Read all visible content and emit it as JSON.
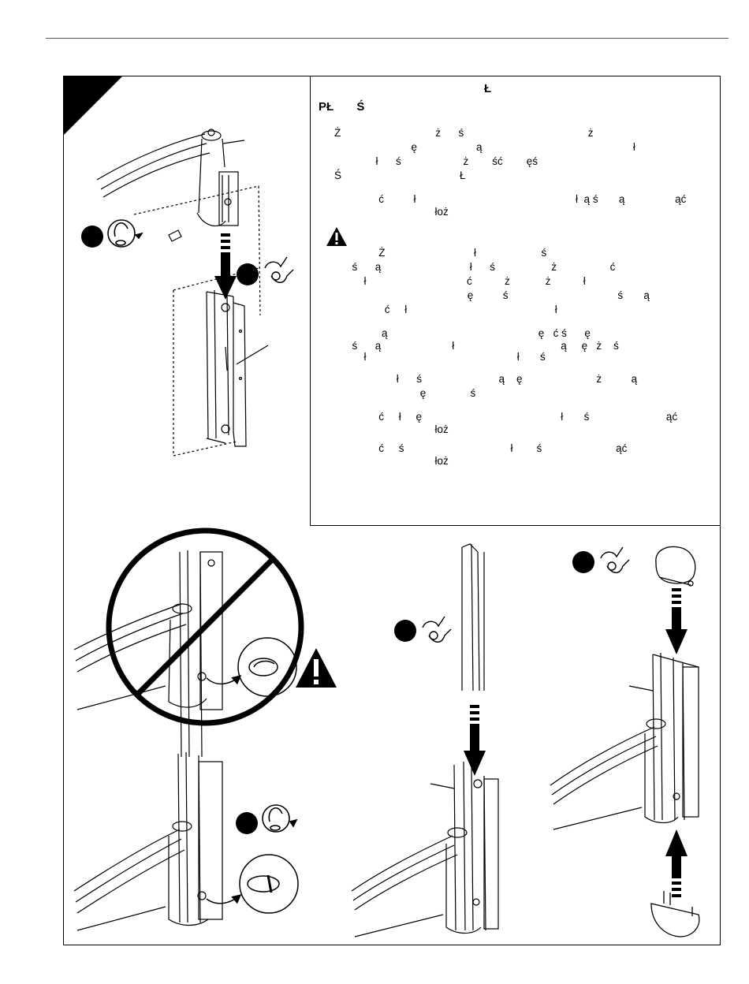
{
  "heading": {
    "line1": "Ł",
    "line2": "PŁ       Ś"
  },
  "paragraph1": [
    "Ż                                ż      ś                                          ż",
    "                          ę                    ą                                                   ł",
    "              ł      ś                     ż        ść        ęś",
    "Ś                                        Ł"
  ],
  "paragraph2": [
    "               ć          ł                                                      ł  ą ś       ą                 ąć",
    "                                  łoż"
  ],
  "warning": [
    "               Ż                              ł                      ś",
    "      ś      ą                              ł      ś                   ż                  ć",
    "          ł                                  ć           ż            ż           ł",
    "                                             ę          ś                                     ś       ą",
    "                 ć     ł                                                  ł"
  ],
  "paragraph3": [
    "                ą                                                   ę   ć ś      ę",
    "      ś      ą                        ł                                    ą     ę   ż    ś",
    "          ł                                                   ł       ś"
  ],
  "paragraph4": [
    "                     ł      ś                          ą    ę                         ż          ą",
    "                             ę               ś"
  ],
  "paragraph5": [
    "               ć     ł     ę                                               ł       ś                          ąć",
    "                                  łoż"
  ],
  "paragraph6": [
    "               ć     ś                                    ł        ś                         ąć",
    "                                  łoż"
  ],
  "colors": {
    "ink": "#000000",
    "rule": "#555555",
    "paper": "#ffffff"
  },
  "icons": [
    "hex-key-icon",
    "hand-icon",
    "warning-icon",
    "arrow-down-icon",
    "arrow-up-icon",
    "prohibited-icon"
  ]
}
